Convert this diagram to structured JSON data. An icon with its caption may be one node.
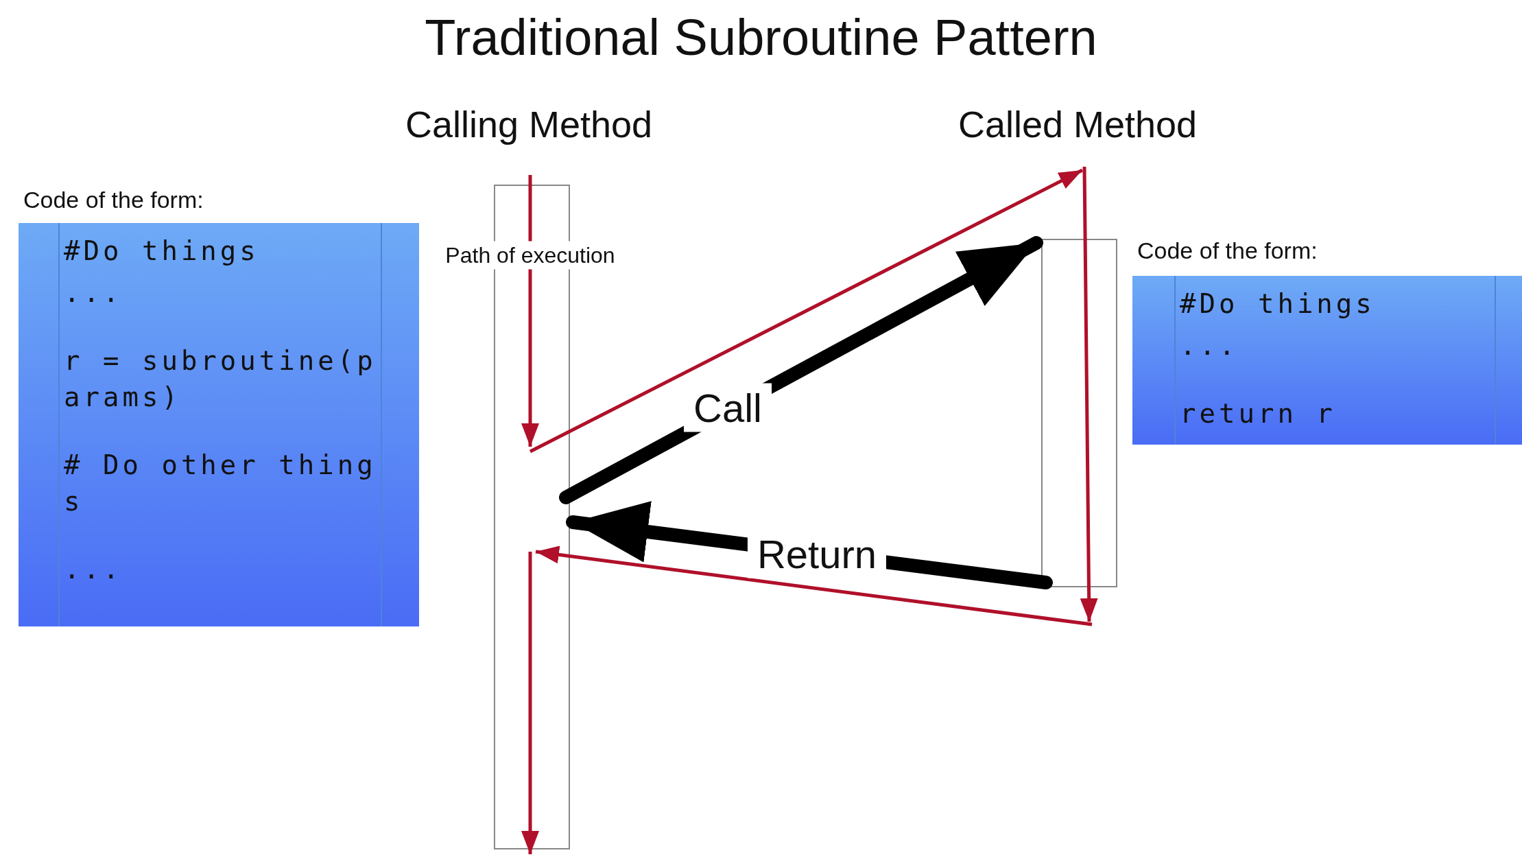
{
  "diagram": {
    "title": "Traditional Subroutine Pattern",
    "nodes": [
      {
        "text": [
          "Calling Method"
        ]
      },
      {
        "text": [
          "Called Method"
        ]
      },
      {
        "text": [
          "Code of the form:",
          "#Do things",
          "...",
          "r = subroutine(params)",
          "# Do other things",
          "..."
        ]
      },
      {
        "text": [
          "Code of the form:",
          "#Do things",
          "...",
          "return r"
        ]
      }
    ],
    "edges": [
      {
        "from": 0,
        "to": 1,
        "arrow": "to"
      },
      {
        "from": 1,
        "to": 0,
        "arrow": "to"
      },
      {
        "from": 0,
        "to": 1,
        "arrow": "to",
        "label": "Call",
        "style": "thick",
        "color": "#000000"
      },
      {
        "from": 1,
        "to": 0,
        "arrow": "to",
        "label": "Return",
        "style": "thick",
        "color": "#000000"
      }
    ],
    "labels": [
      "Path of execution"
    ]
  }
}
